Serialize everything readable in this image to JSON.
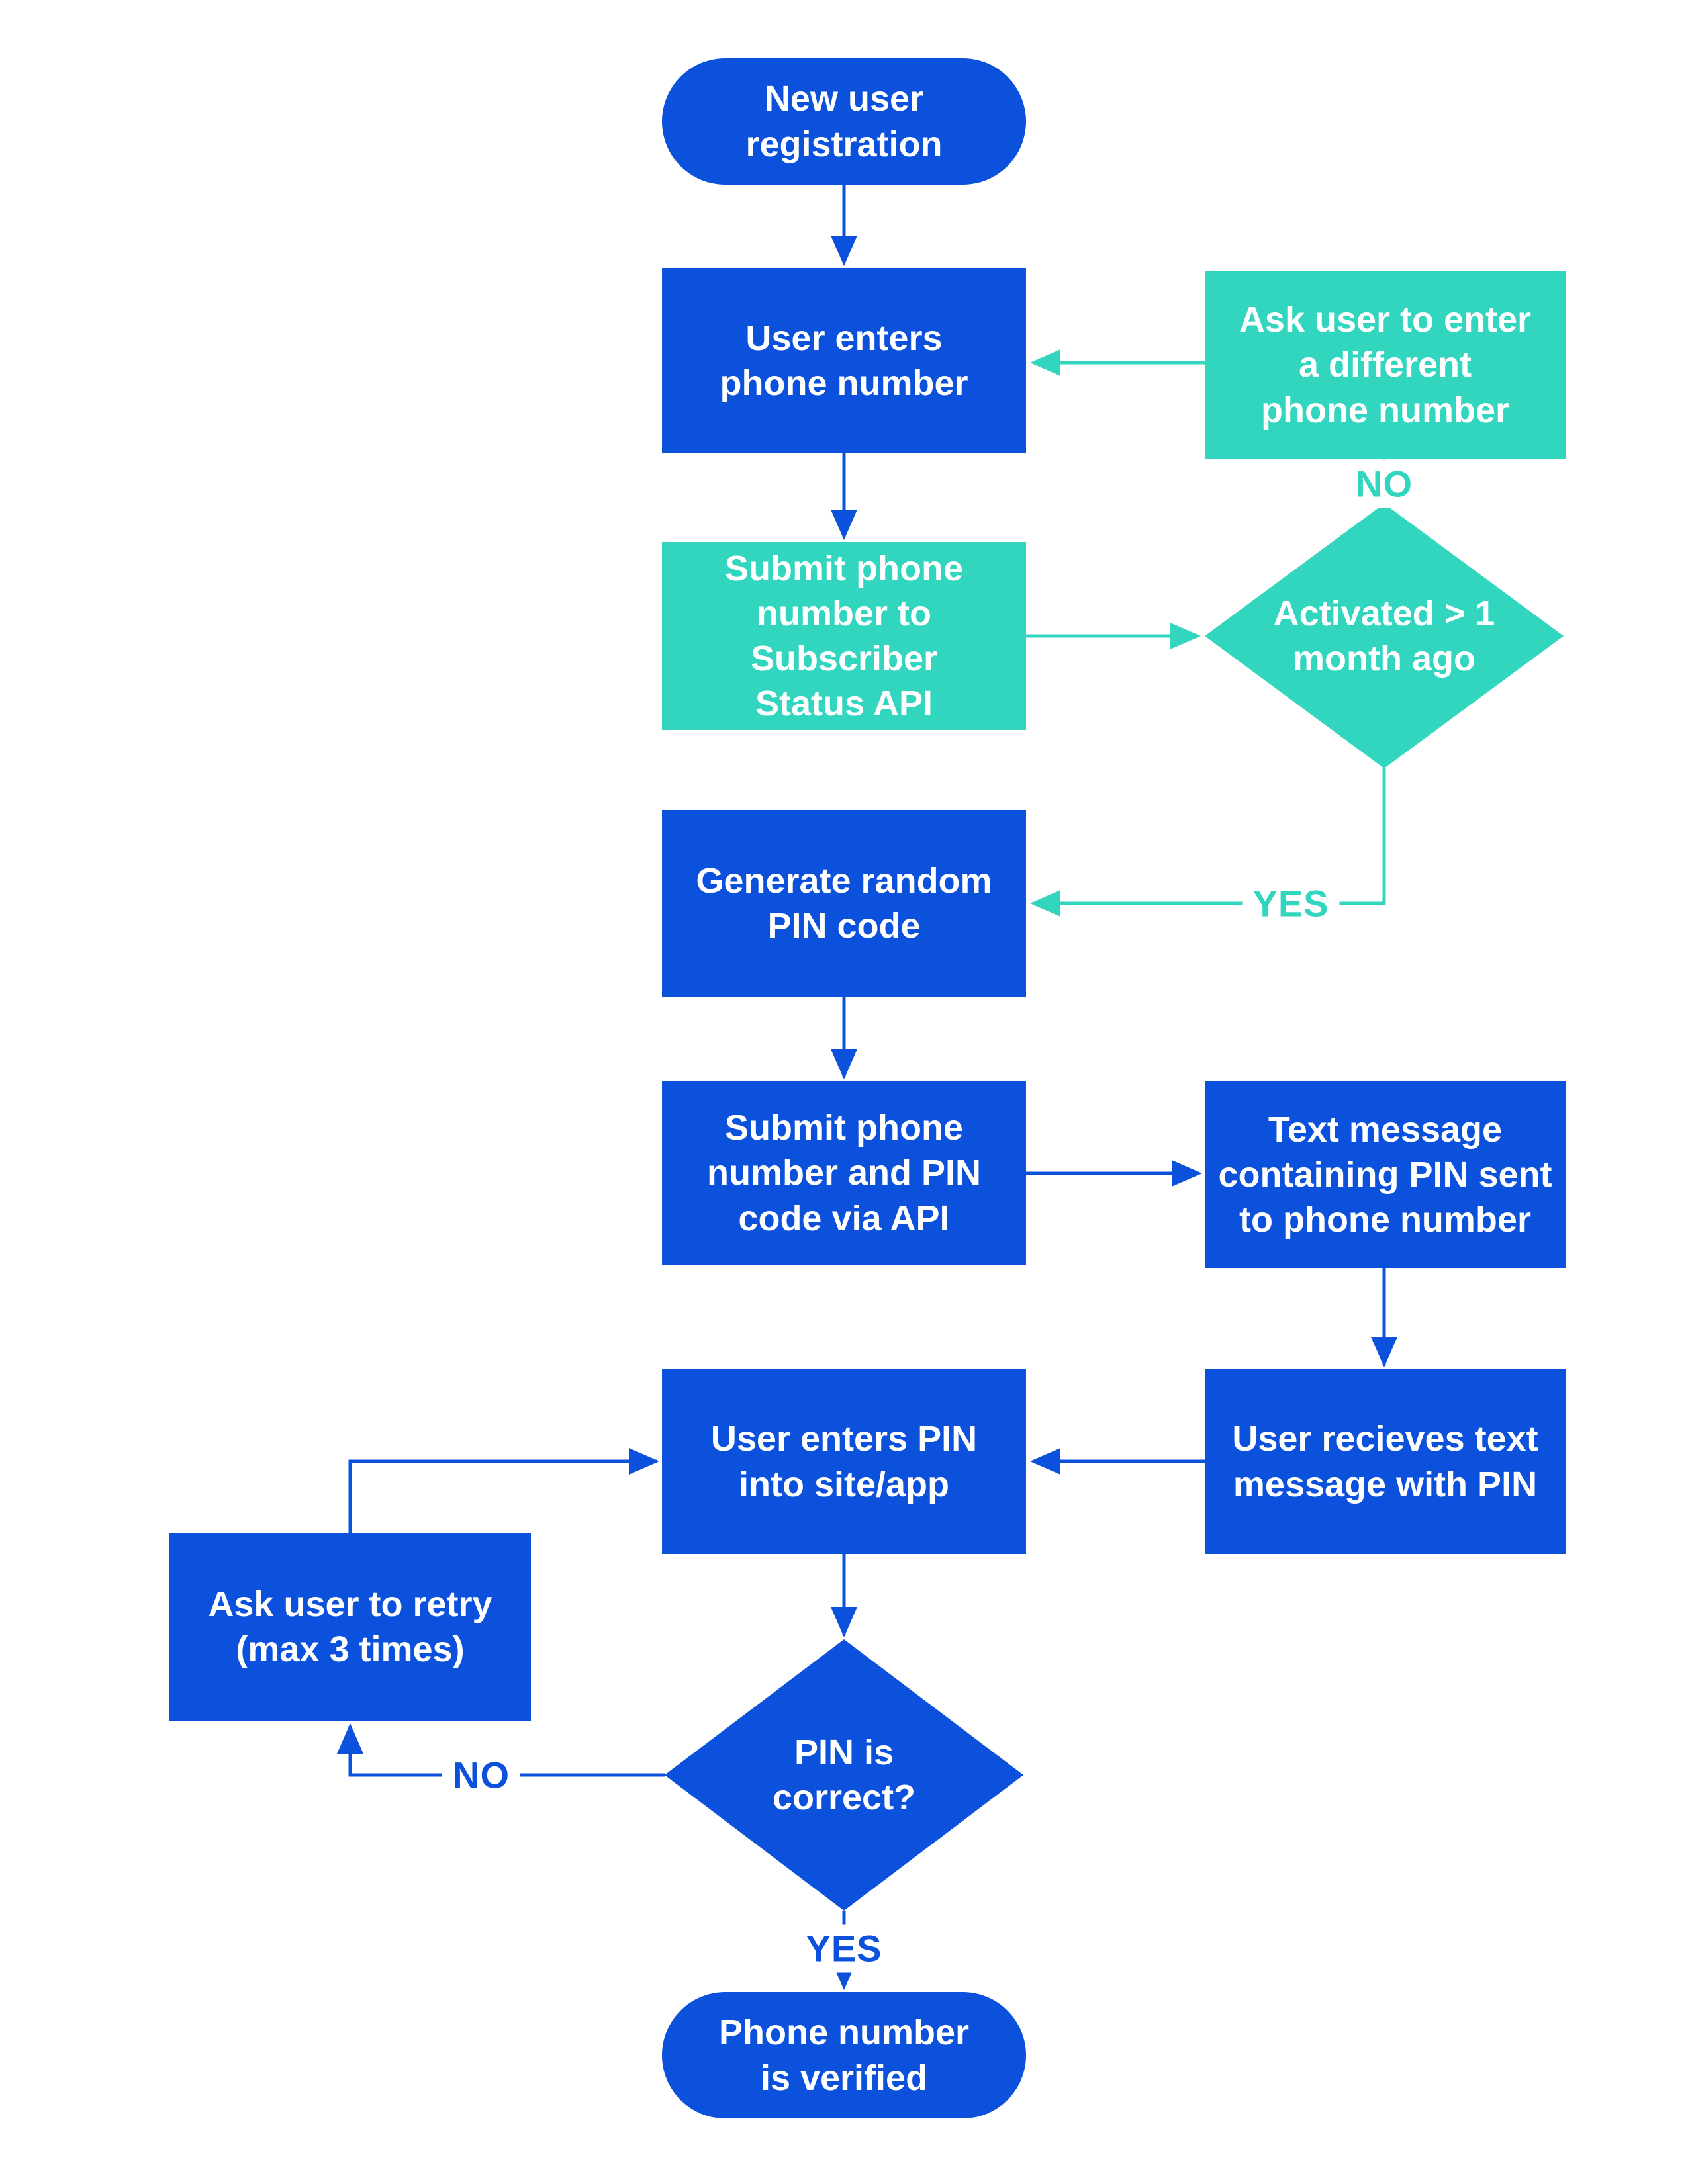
{
  "diagram_type": "flowchart",
  "colors": {
    "blue": "#0b51dc",
    "teal": "#32d6be",
    "node_text": "#ffffff",
    "background": "#ffffff"
  },
  "nodes": [
    {
      "id": "start",
      "shape": "terminator",
      "color": "blue",
      "label": "New user\nregistration"
    },
    {
      "id": "enter_phone",
      "shape": "process",
      "color": "blue",
      "label": "User enters\nphone number"
    },
    {
      "id": "ask_different",
      "shape": "process",
      "color": "teal",
      "label": "Ask user to enter\na different\nphone number"
    },
    {
      "id": "submit_status",
      "shape": "process",
      "color": "teal",
      "label": "Submit phone\nnumber to\nSubscriber\nStatus API"
    },
    {
      "id": "activated",
      "shape": "decision",
      "color": "teal",
      "label": "Activated > 1\nmonth ago"
    },
    {
      "id": "generate_pin",
      "shape": "process",
      "color": "blue",
      "label": "Generate random\nPIN code"
    },
    {
      "id": "submit_pin",
      "shape": "process",
      "color": "blue",
      "label": "Submit phone\nnumber and PIN\ncode via API"
    },
    {
      "id": "text_sent",
      "shape": "process",
      "color": "blue",
      "label": "Text message\ncontaining PIN sent\nto phone number"
    },
    {
      "id": "user_receives",
      "shape": "process",
      "color": "blue",
      "label": "User recieves text\nmessage with PIN"
    },
    {
      "id": "enters_pin",
      "shape": "process",
      "color": "blue",
      "label": "User enters PIN\ninto site/app"
    },
    {
      "id": "ask_retry",
      "shape": "process",
      "color": "blue",
      "label": "Ask user to retry\n(max 3 times)"
    },
    {
      "id": "pin_correct",
      "shape": "decision",
      "color": "blue",
      "label": "PIN is\ncorrect?"
    },
    {
      "id": "verified",
      "shape": "terminator",
      "color": "blue",
      "label": "Phone number\nis verified"
    }
  ],
  "edge_labels": [
    {
      "id": "no_activated",
      "text": "NO",
      "color": "teal"
    },
    {
      "id": "yes_activated",
      "text": "YES",
      "color": "teal"
    },
    {
      "id": "no_pin",
      "text": "NO",
      "color": "blue"
    },
    {
      "id": "yes_pin",
      "text": "YES",
      "color": "blue"
    }
  ],
  "edges": [
    {
      "from": "start",
      "to": "enter_phone",
      "label": ""
    },
    {
      "from": "enter_phone",
      "to": "submit_status",
      "label": ""
    },
    {
      "from": "submit_status",
      "to": "activated",
      "label": ""
    },
    {
      "from": "activated",
      "to": "ask_different",
      "label": "NO"
    },
    {
      "from": "ask_different",
      "to": "enter_phone",
      "label": ""
    },
    {
      "from": "activated",
      "to": "generate_pin",
      "label": "YES"
    },
    {
      "from": "generate_pin",
      "to": "submit_pin",
      "label": ""
    },
    {
      "from": "submit_pin",
      "to": "text_sent",
      "label": ""
    },
    {
      "from": "text_sent",
      "to": "user_receives",
      "label": ""
    },
    {
      "from": "user_receives",
      "to": "enters_pin",
      "label": ""
    },
    {
      "from": "enters_pin",
      "to": "pin_correct",
      "label": ""
    },
    {
      "from": "pin_correct",
      "to": "ask_retry",
      "label": "NO"
    },
    {
      "from": "ask_retry",
      "to": "enters_pin",
      "label": ""
    },
    {
      "from": "pin_correct",
      "to": "verified",
      "label": "YES"
    }
  ]
}
